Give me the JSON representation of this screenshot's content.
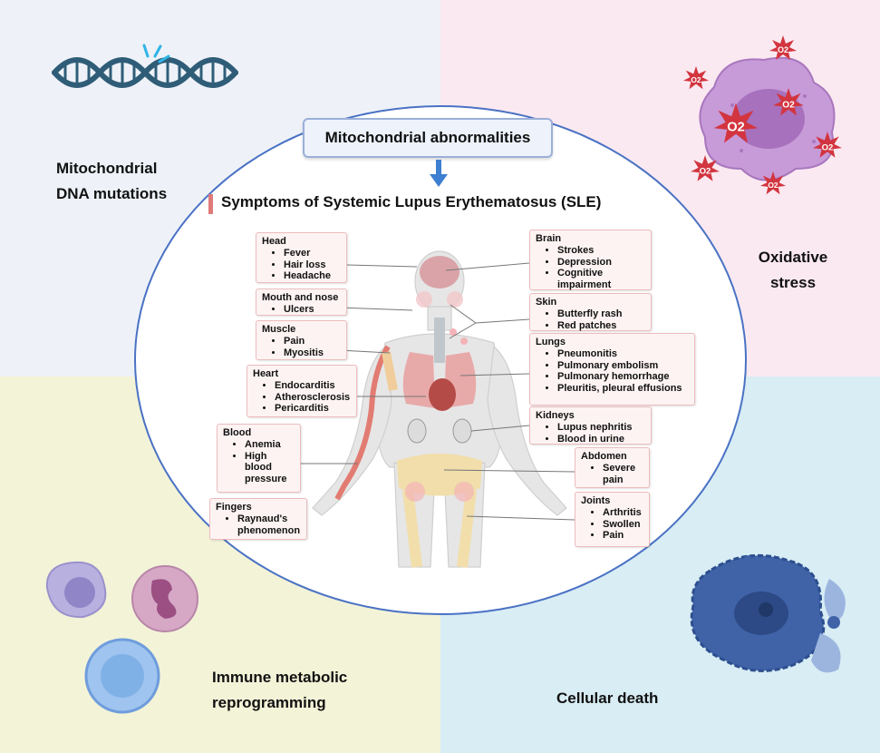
{
  "title_box": "Mitochondrial abnormalities",
  "subtitle": "Symptoms of Systemic Lupus Erythematosus (SLE)",
  "corners": {
    "top_left": "Mitochondrial DNA mutations",
    "top_right": "Oxidative stress",
    "bottom_left": "Immune metabolic reprogramming",
    "bottom_right": "Cellular death"
  },
  "o2_label": "O2",
  "colors": {
    "ellipse_border": "#4a72c4",
    "box_fill": "#fdf3f3",
    "box_border": "#ecbcbc",
    "arrow": "#3d7fd1",
    "accent_bar": "#e07a7a"
  },
  "left_boxes": [
    {
      "name": "Head",
      "items": [
        "Fever",
        "Hair loss",
        "Headache"
      ]
    },
    {
      "name": "Mouth and nose",
      "items": [
        "Ulcers"
      ]
    },
    {
      "name": "Muscle",
      "items": [
        "Pain",
        "Myositis"
      ]
    },
    {
      "name": "Heart",
      "items": [
        "Endocarditis",
        "Atherosclerosis",
        "Pericarditis"
      ]
    },
    {
      "name": "Blood",
      "items": [
        "Anemia",
        "High blood pressure"
      ]
    },
    {
      "name": "Fingers",
      "items": [
        "Raynaud's phenomenon"
      ]
    }
  ],
  "right_boxes": [
    {
      "name": "Brain",
      "items": [
        "Strokes",
        "Depression",
        "Cognitive impairment"
      ]
    },
    {
      "name": "Skin",
      "items": [
        "Butterfly rash",
        "Red patches"
      ]
    },
    {
      "name": "Lungs",
      "items": [
        "Pneumonitis",
        "Pulmonary embolism",
        "Pulmonary hemorrhage",
        "Pleuritis, pleural effusions"
      ]
    },
    {
      "name": "Kidneys",
      "items": [
        "Lupus nephritis",
        "Blood in urine"
      ]
    },
    {
      "name": "Abdomen",
      "items": [
        "Severe pain"
      ]
    },
    {
      "name": "Joints",
      "items": [
        "Arthritis",
        "Swollen",
        "Pain"
      ]
    }
  ]
}
